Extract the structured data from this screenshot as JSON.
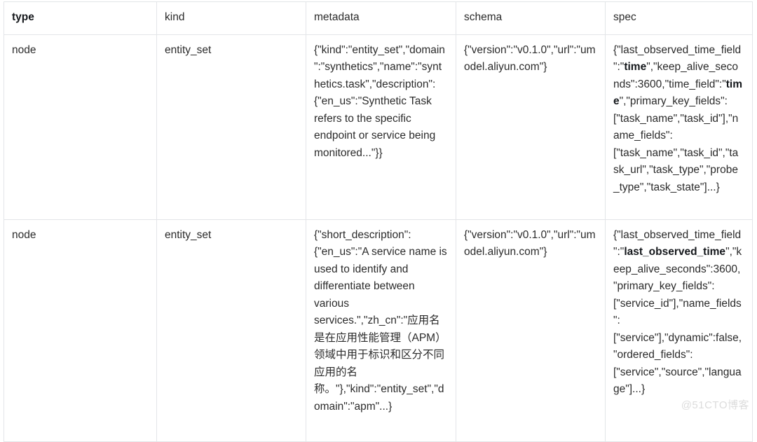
{
  "table": {
    "columns": [
      {
        "key": "type",
        "label": "type",
        "bold": true
      },
      {
        "key": "kind",
        "label": "kind",
        "bold": false
      },
      {
        "key": "metadata",
        "label": "metadata",
        "bold": false
      },
      {
        "key": "schema",
        "label": "schema",
        "bold": false
      },
      {
        "key": "spec",
        "label": "spec",
        "bold": false
      }
    ],
    "rows": [
      {
        "type": "node",
        "kind": "entity_set",
        "metadata": "{\"kind\":\"entity_set\",\"domain\":\"synthetics\",\"name\":\"synthetics.task\",\"description\":{\"en_us\":\"Synthetic Task refers to the specific endpoint or service being monitored...\"}}",
        "schema": "{\"version\":\"v0.1.0\",\"url\":\"umodel.aliyun.com\"}",
        "spec_parts": [
          {
            "text": "{\"last_observed_time_field\":\"",
            "bold": false
          },
          {
            "text": "time",
            "bold": true
          },
          {
            "text": "\",\"keep_alive_seconds\":3600,\"time_field\":\"",
            "bold": false
          },
          {
            "text": "time",
            "bold": true
          },
          {
            "text": "\",\"primary_key_fields\":[\"task_name\",\"task_id\"],\"name_fields\":\n[\"task_name\",\"task_id\",\"task_url\",\"task_type\",\"probe_type\",\"task_state\"]...}",
            "bold": false
          }
        ]
      },
      {
        "type": "node",
        "kind": "entity_set",
        "metadata": "{\"short_description\":\n{\"en_us\":\"A service name is used to identify and differentiate between various\nservices.\",\"zh_cn\":\"应用名是在应用性能管理（APM）领域中用于标识和区分不同应用的名\n称。\"},\"kind\":\"entity_set\",\"domain\":\"apm\"...}",
        "schema": "{\"version\":\"v0.1.0\",\"url\":\"umodel.aliyun.com\"}",
        "spec_parts": [
          {
            "text": "{\"last_observed_time_field\":\"",
            "bold": false
          },
          {
            "text": "last_observed_time",
            "bold": true
          },
          {
            "text": "\",\"keep_alive_seconds\":3600,\"primary_key_fields\":\n[\"service_id\"],\"name_fields\":\n[\"service\"],\"dynamic\":false,\"ordered_fields\":\n[\"service\",\"source\",\"language\"]...}",
            "bold": false
          }
        ]
      }
    ]
  },
  "watermark": {
    "text": "@51CTO博客"
  },
  "colors": {
    "border": "#e3e5e8",
    "text": "#2b2b2b",
    "bold_text": "#15181c",
    "watermark": "#dcdcdc",
    "background": "#ffffff"
  }
}
